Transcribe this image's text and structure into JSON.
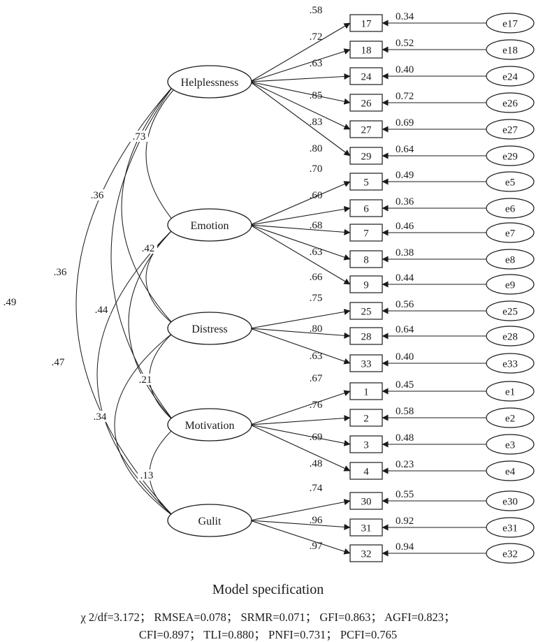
{
  "caption": {
    "title": "Model specification",
    "stats_line1": "χ 2/df=3.172；  RMSEA=0.078；  SRMR=0.071；  GFI=0.863；  AGFI=0.823；",
    "stats_line2": "CFI=0.897；  TLI=0.880；  PNFI=0.731；  PCFI=0.765"
  },
  "factors": [
    {
      "id": "helplessness",
      "label": "Helplessness",
      "items": [
        {
          "item": "17",
          "loading": ".58",
          "r2": "0.34",
          "error": "e17"
        },
        {
          "item": "18",
          "loading": ".72",
          "r2": "0.52",
          "error": "e18"
        },
        {
          "item": "24",
          "loading": ".63",
          "r2": "0.40",
          "error": "e24"
        },
        {
          "item": "26",
          "loading": ".85",
          "r2": "0.72",
          "error": "e26"
        },
        {
          "item": "27",
          "loading": ".83",
          "r2": "0.69",
          "error": "e27"
        },
        {
          "item": "29",
          "loading": ".80",
          "r2": "0.64",
          "error": "e29"
        }
      ]
    },
    {
      "id": "emotion",
      "label": "Emotion",
      "items": [
        {
          "item": "5",
          "loading": ".70",
          "r2": "0.49",
          "error": "e5"
        },
        {
          "item": "6",
          "loading": ".60",
          "r2": "0.36",
          "error": "e6"
        },
        {
          "item": "7",
          "loading": ".68",
          "r2": "0.46",
          "error": "e7"
        },
        {
          "item": "8",
          "loading": ".63",
          "r2": "0.38",
          "error": "e8"
        },
        {
          "item": "9",
          "loading": ".66",
          "r2": "0.44",
          "error": "e9"
        }
      ]
    },
    {
      "id": "distress",
      "label": "Distress",
      "items": [
        {
          "item": "25",
          "loading": ".75",
          "r2": "0.56",
          "error": "e25"
        },
        {
          "item": "28",
          "loading": ".80",
          "r2": "0.64",
          "error": "e28"
        },
        {
          "item": "33",
          "loading": ".63",
          "r2": "0.40",
          "error": "e33"
        }
      ]
    },
    {
      "id": "motivation",
      "label": "Motivation",
      "items": [
        {
          "item": "1",
          "loading": ".67",
          "r2": "0.45",
          "error": "e1"
        },
        {
          "item": "2",
          "loading": ".76",
          "r2": "0.58",
          "error": "e2"
        },
        {
          "item": "3",
          "loading": ".69",
          "r2": "0.48",
          "error": "e3"
        },
        {
          "item": "4",
          "loading": ".48",
          "r2": "0.23",
          "error": "e4"
        }
      ]
    },
    {
      "id": "gulit",
      "label": "Gulit",
      "items": [
        {
          "item": "30",
          "loading": ".74",
          "r2": "0.55",
          "error": "e30"
        },
        {
          "item": "31",
          "loading": ".96",
          "r2": "0.92",
          "error": "e31"
        },
        {
          "item": "32",
          "loading": ".97",
          "r2": "0.94",
          "error": "e32"
        }
      ]
    }
  ],
  "correlations": [
    {
      "from": "helplessness",
      "to": "emotion",
      "value": ".73"
    },
    {
      "from": "helplessness",
      "to": "distress",
      "value": ".36"
    },
    {
      "from": "helplessness",
      "to": "motivation",
      "value": ".36"
    },
    {
      "from": "helplessness",
      "to": "gulit",
      "value": ".49"
    },
    {
      "from": "emotion",
      "to": "distress",
      "value": ".42"
    },
    {
      "from": "emotion",
      "to": "motivation",
      "value": ".44"
    },
    {
      "from": "emotion",
      "to": "gulit",
      "value": ".47"
    },
    {
      "from": "distress",
      "to": "motivation",
      "value": ".21"
    },
    {
      "from": "distress",
      "to": "gulit",
      "value": ".34"
    },
    {
      "from": "motivation",
      "to": "gulit",
      "value": ".13"
    }
  ]
}
